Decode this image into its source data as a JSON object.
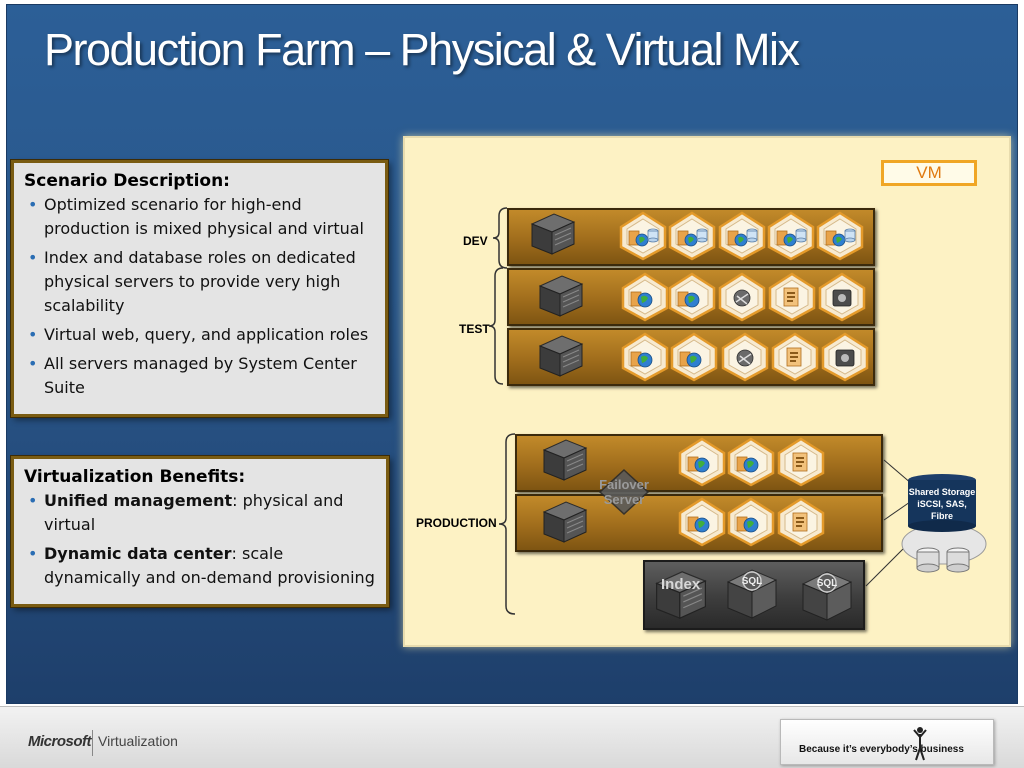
{
  "slide": {
    "title": "Production Farm – Physical & Virtual Mix"
  },
  "scenario": {
    "heading": "Scenario Description:",
    "bullets": [
      "Optimized scenario for high-end production is mixed physical and virtual",
      "Index and database roles on dedicated physical servers  to provide very high scalability",
      "Virtual web, query, and application roles",
      "All servers managed by System Center Suite"
    ]
  },
  "benefits": {
    "heading": "Virtualization Benefits:",
    "items": [
      {
        "bold": "Unified management",
        "rest": ": physical and virtual"
      },
      {
        "bold": "Dynamic data center",
        "rest": ": scale dynamically and on-demand provisioning"
      }
    ]
  },
  "diagram": {
    "legend": "VM",
    "tiers": {
      "dev": "DEV",
      "test": "TEST",
      "production": "PRODUCTION"
    },
    "failover_label": "Failover Server",
    "index_label": "Index",
    "sql_label": "SQL",
    "storage_label_lines": [
      "Shared Storage",
      "iSCSI, SAS,",
      "Fibre"
    ],
    "colors": {
      "rack_gold": "#a06d1c",
      "panel_bg": "#fdf2c4",
      "vm_border": "#f0a625",
      "slide_blue": "#295689"
    }
  },
  "footer": {
    "brand": "Microsoft",
    "product": "Virtualization",
    "tagline": "Because it’s everybody’s business"
  }
}
